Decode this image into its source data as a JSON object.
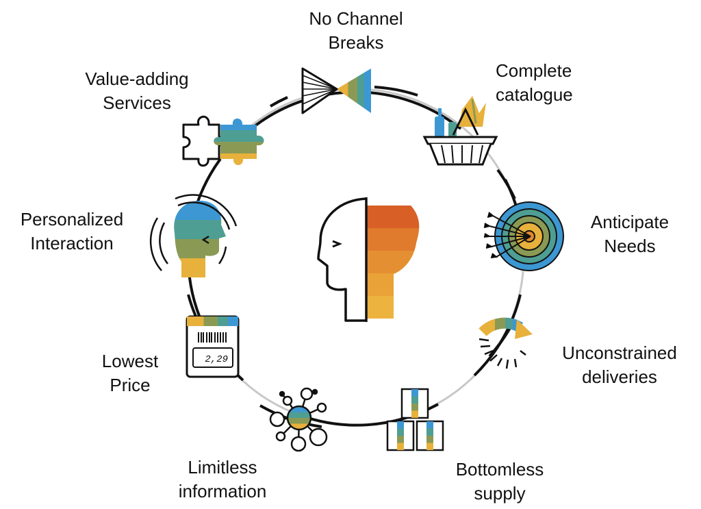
{
  "colors": {
    "outline": "#111111",
    "ring_gray": "#c8c8c8",
    "blue": "#3c97d3",
    "teal": "#4e9e93",
    "olive": "#8a9a54",
    "yellow": "#e7b13c",
    "orange": "#e08a2e",
    "dark_orange": "#d85f26",
    "light_orange": "#eb9c3a"
  },
  "center": {
    "icon": "head-profile-icon",
    "screen_readout": "2,29"
  },
  "items": [
    {
      "icon": "funnel-icon",
      "lines": [
        "No Channel",
        "Breaks"
      ]
    },
    {
      "icon": "shopping-basket-icon",
      "lines": [
        "Complete",
        "catalogue"
      ]
    },
    {
      "icon": "target-arrows-icon",
      "lines": [
        "Anticipate",
        "Needs"
      ]
    },
    {
      "icon": "rotating-arrow-icon",
      "lines": [
        "Unconstrained",
        "deliveries"
      ]
    },
    {
      "icon": "stacked-boxes-icon",
      "lines": [
        "Bottomless",
        "supply"
      ]
    },
    {
      "icon": "network-nodes-icon",
      "lines": [
        "Limitless",
        "information"
      ]
    },
    {
      "icon": "price-tag-icon",
      "lines": [
        "Lowest",
        "Price"
      ]
    },
    {
      "icon": "personal-head-icon",
      "lines": [
        "Personalized",
        "Interaction"
      ]
    },
    {
      "icon": "puzzle-pieces-icon",
      "lines": [
        "Value-adding",
        "Services"
      ]
    }
  ]
}
